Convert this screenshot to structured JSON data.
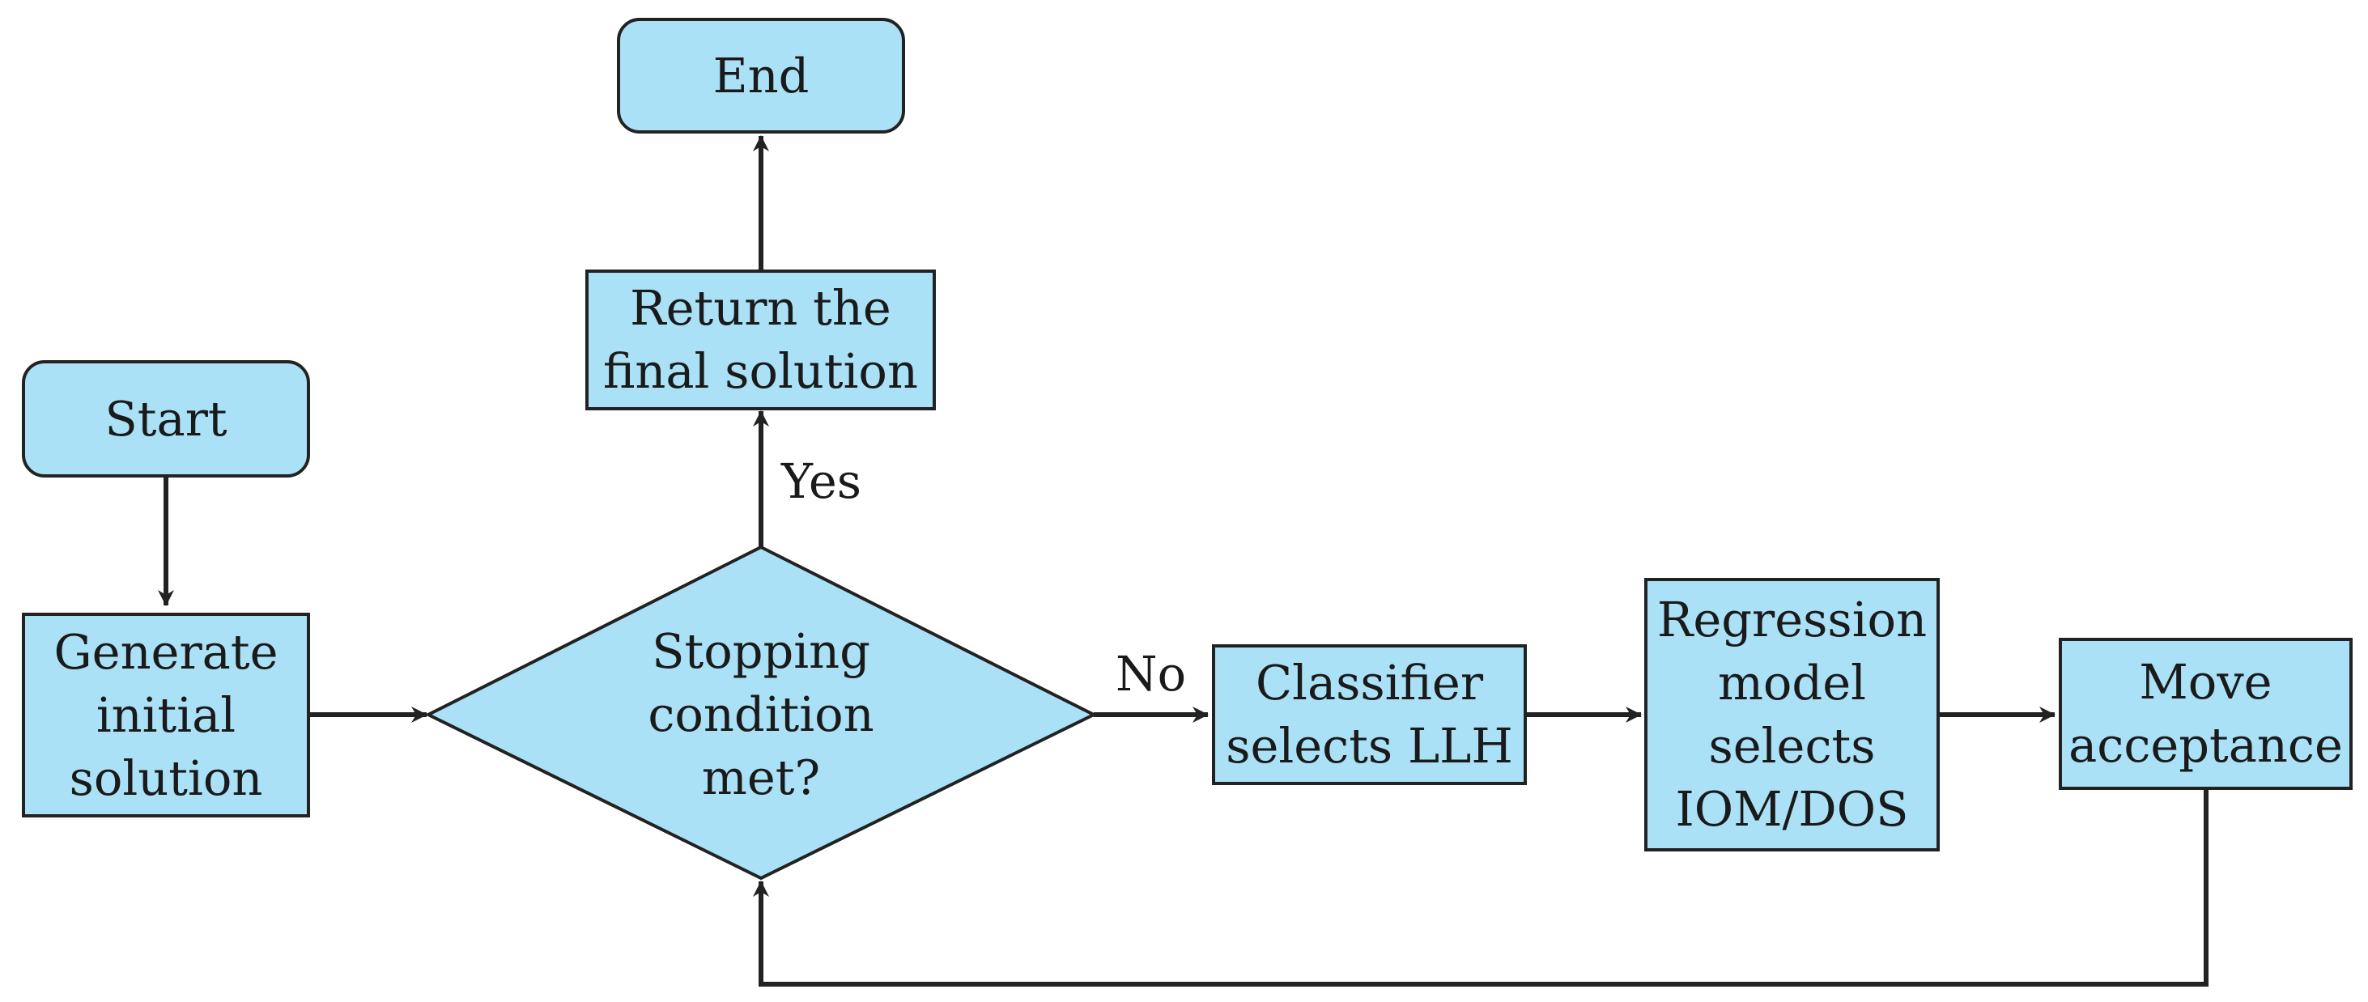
{
  "colors": {
    "fill": "#aae1f7",
    "stroke": "#222222",
    "text": "#1a1a1a",
    "background": "#ffffff"
  },
  "nodes": {
    "end": {
      "shape": "terminal",
      "text": "End"
    },
    "return_final": {
      "shape": "process",
      "text": "Return the\nfinal solution"
    },
    "start": {
      "shape": "terminal",
      "text": "Start"
    },
    "generate_initial": {
      "shape": "process",
      "text": "Generate\ninitial\nsolution"
    },
    "stopping_condition": {
      "shape": "decision",
      "text": "Stopping\ncondition\nmet?"
    },
    "classifier": {
      "shape": "process",
      "text": "Classifier\nselects LLH"
    },
    "regression": {
      "shape": "process",
      "text": "Regression\nmodel\nselects\nIOM/DOS"
    },
    "move_acceptance": {
      "shape": "process",
      "text": "Move\nacceptance"
    }
  },
  "edges": [
    {
      "from": "start",
      "to": "generate_initial",
      "label": ""
    },
    {
      "from": "generate_initial",
      "to": "stopping_condition",
      "label": ""
    },
    {
      "from": "stopping_condition",
      "to": "return_final",
      "label": "Yes"
    },
    {
      "from": "return_final",
      "to": "end",
      "label": ""
    },
    {
      "from": "stopping_condition",
      "to": "classifier",
      "label": "No"
    },
    {
      "from": "classifier",
      "to": "regression",
      "label": ""
    },
    {
      "from": "regression",
      "to": "move_acceptance",
      "label": ""
    },
    {
      "from": "move_acceptance",
      "to": "stopping_condition",
      "label": ""
    }
  ],
  "edge_labels": {
    "yes": "Yes",
    "no": "No"
  }
}
